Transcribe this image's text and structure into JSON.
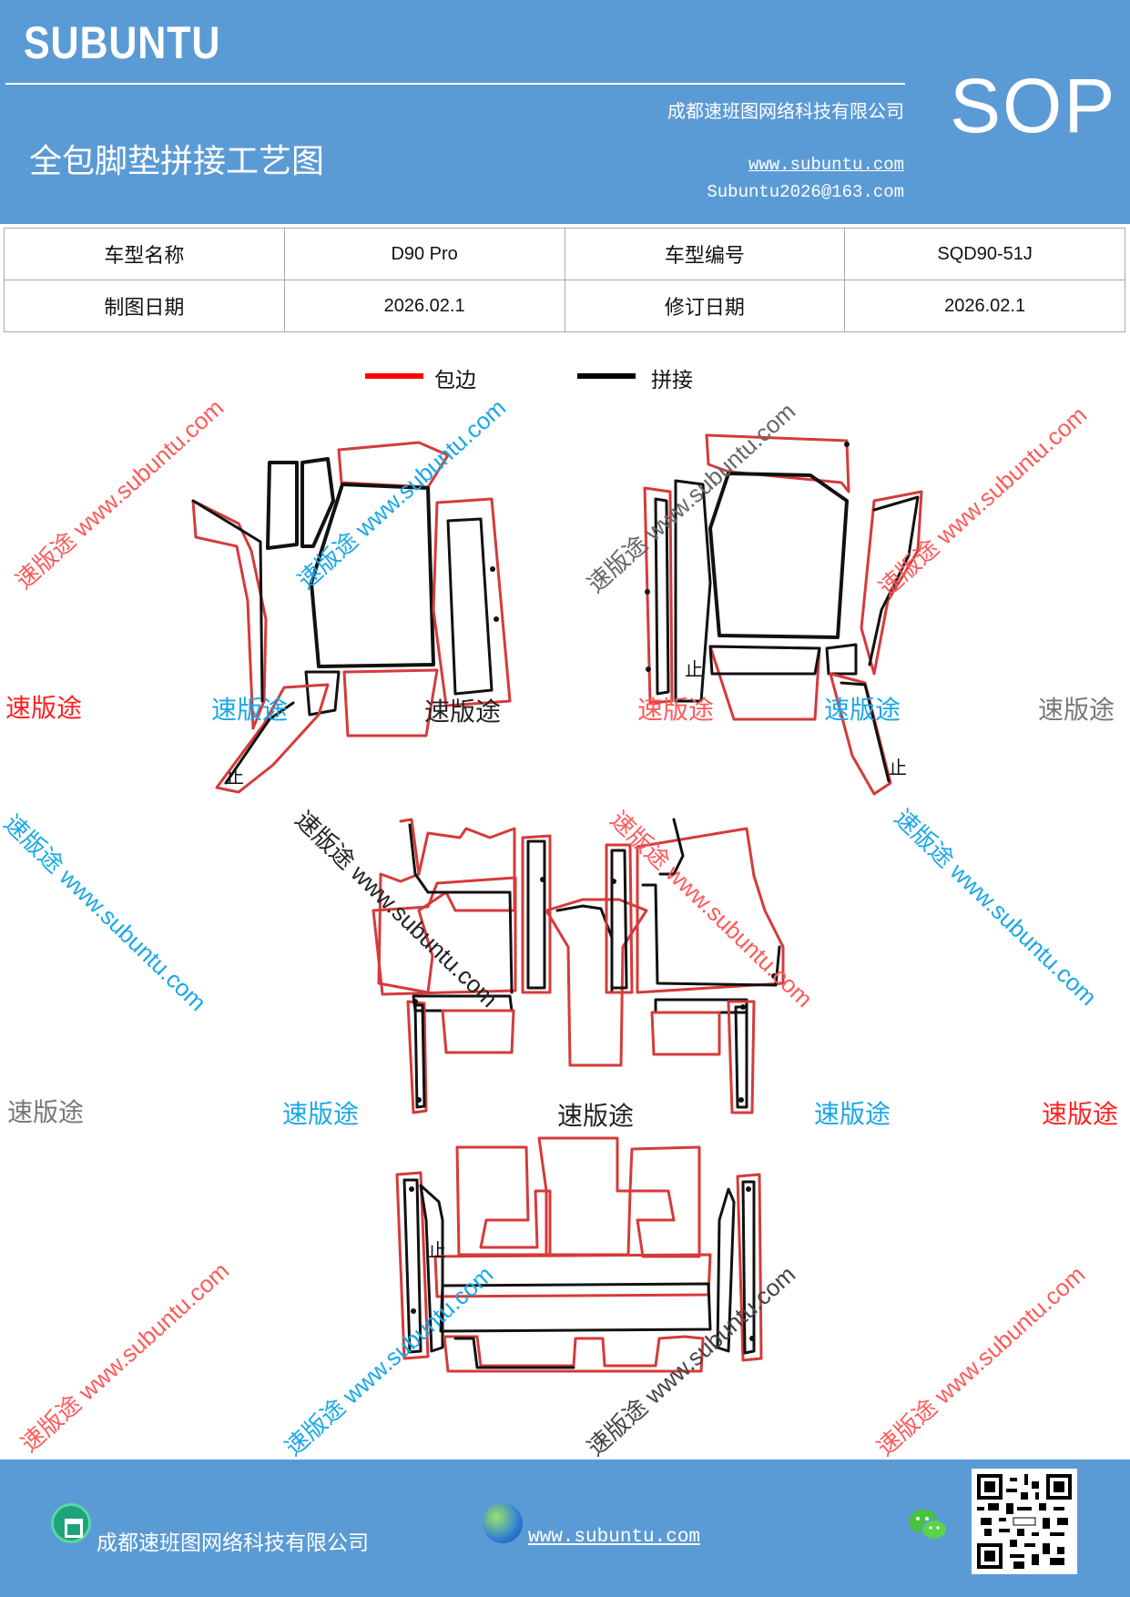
{
  "header": {
    "brand": "SUBUNTU",
    "company": "成都速班图网络科技有限公司",
    "title": "全包脚垫拼接工艺图",
    "website": "www.subuntu.com",
    "email": "Subuntu2026@163.com",
    "badge": "SOP"
  },
  "info": {
    "model_name_label": "车型名称",
    "model_name": "D90 Pro",
    "model_code_label": "车型编号",
    "model_code": "SQD90-51J",
    "drawing_date_label": "制图日期",
    "drawing_date": "2026.02.1",
    "revision_date_label": "修订日期",
    "revision_date": "2026.02.1"
  },
  "legend": {
    "edge_label": "包边",
    "edge_color": "#ff0000",
    "join_label": "拼接",
    "join_color": "#000000"
  },
  "drawing": {
    "stop_mark": "止",
    "stop_count": 4
  },
  "watermarks": {
    "brand_cn": "速版途",
    "domain": "www.subuntu.com",
    "colors": {
      "red": "#ff3b3b",
      "blue": "#1aa7e8",
      "gray": "#777777",
      "black": "#222222"
    }
  },
  "footer": {
    "company": "成都速班图网络科技有限公司",
    "website": "www.subuntu.com",
    "icons": [
      "home-icon",
      "globe-icon",
      "wechat-icon",
      "qr-code"
    ]
  }
}
